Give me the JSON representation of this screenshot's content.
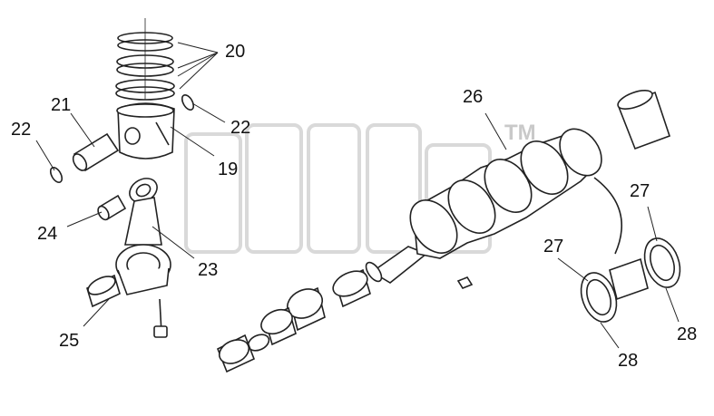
{
  "watermark": {
    "mark": "TM",
    "color": "#d4d4d4"
  },
  "callouts": [
    {
      "id": "c20",
      "text": "20"
    },
    {
      "id": "c21",
      "text": "21"
    },
    {
      "id": "c22a",
      "text": "22"
    },
    {
      "id": "c22b",
      "text": "22"
    },
    {
      "id": "c19",
      "text": "19"
    },
    {
      "id": "c24",
      "text": "24"
    },
    {
      "id": "c23",
      "text": "23"
    },
    {
      "id": "c25",
      "text": "25"
    },
    {
      "id": "c26",
      "text": "26"
    },
    {
      "id": "c27a",
      "text": "27"
    },
    {
      "id": "c27b",
      "text": "27"
    },
    {
      "id": "c28a",
      "text": "28"
    },
    {
      "id": "c28b",
      "text": "28"
    }
  ]
}
